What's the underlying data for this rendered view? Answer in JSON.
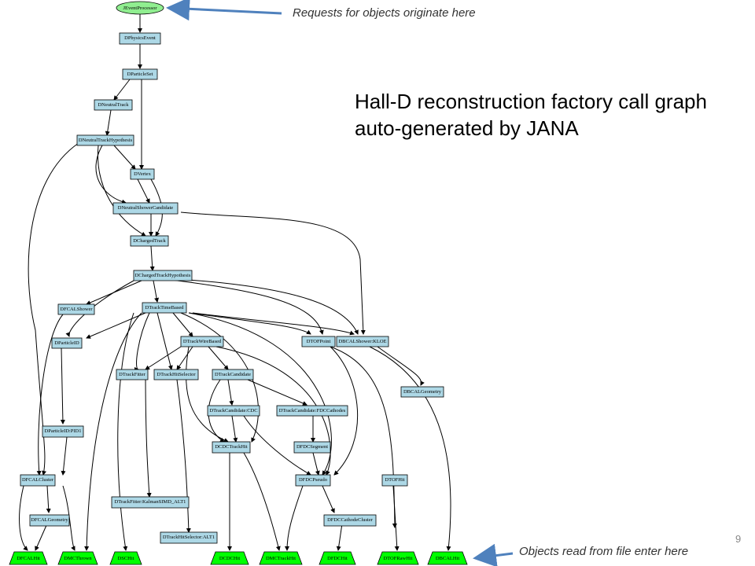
{
  "slide": {
    "title": "Hall-D reconstruction factory call graph auto-generated by JANA",
    "callout_top": "Requests for objects originate here",
    "callout_bottom": "Objects read from file enter here",
    "page_number": "9"
  },
  "colors": {
    "factory_fill": "#add8e6",
    "source_fill": "#00ff00",
    "root_fill": "#90ee90",
    "edge": "#000000",
    "arrow": "#4f81bd"
  },
  "nodes": {
    "JEventProcessor": "JEventProcessor",
    "DPhysicsEvent": "DPhysicsEvent",
    "DParticleSet": "DParticleSet",
    "DNeutralTrack": "DNeutralTrack",
    "DNeutralTrackHypothesis": "DNeutralTrackHypothesis",
    "DVertex": "DVertex",
    "DNeutralShowerCandidate": "DNeutralShowerCandidate",
    "DChargedTrack": "DChargedTrack",
    "DChargedTrackHypothesis": "DChargedTrackHypothesis",
    "DFCALShower": "DFCALShower",
    "DTrackTimeBased": "DTrackTimeBased",
    "DTOFPoint": "DTOFPoint",
    "DBCALShowerKLOE": "DBCALShower:KLOE",
    "DParticleID": "DParticleID",
    "DTrackWireBased": "DTrackWireBased",
    "DTrackFitter": "DTrackFitter",
    "DTrackHitSelector": "DTrackHitSelector",
    "DTrackCandidate": "DTrackCandidate",
    "DBCALGeometry": "DBCALGeometry",
    "DTrackCandidateCDC": "DTrackCandidate:CDC",
    "DTrackCandidateFDCCathodes": "DTrackCandidate:FDCCathodes",
    "DParticleIDPID1": "DParticleID:PID1",
    "DCDCTrackHit": "DCDCTrackHit",
    "DFDCSegment": "DFDCSegment",
    "DTOFHit": "DTOFHit",
    "DFDCPseudo": "DFDCPseudo",
    "DFCALCluster": "DFCALCluster",
    "DTrackFitterKalman": "DTrackFitter:KalmanSIMD_ALT1",
    "DFCALGeometry": "DFCALGeometry",
    "DFDCCathodeCluster": "DFDCCathodeCluster",
    "DTrackHitSelectorALT1": "DTrackHitSelector:ALT1",
    "DFCALHit": "DFCALHit",
    "DMCThrown": "DMCThrown",
    "DSCHit": "DSCHit",
    "DCDCHit": "DCDCHit",
    "DMCTrackHit": "DMCTrackHit",
    "DFDCHit": "DFDCHit",
    "DTOFRawHit": "DTOFRawHit",
    "DBCALHit": "DBCALHit"
  }
}
